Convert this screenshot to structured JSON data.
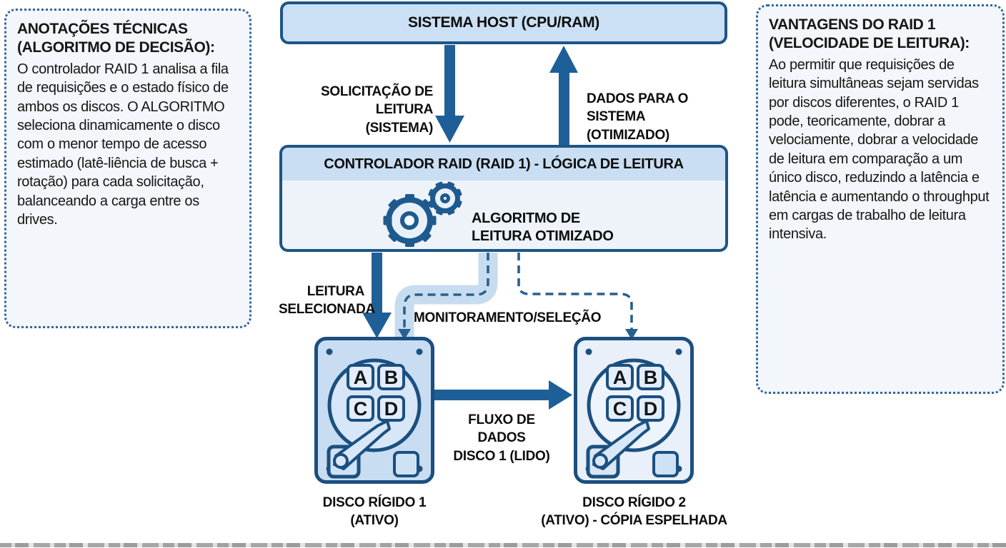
{
  "left_panel": {
    "title_line1": "ANOTAÇÕES TÉCNICAS",
    "title_line2": "(ALGORITMO DE DECISÃO):",
    "body": "O controlador RAID 1 analisa a fila de requisições e o estado físico de ambos os discos. O ALGORITMO seleciona dinamicamente o disco com o menor tempo de acesso estimado (latê-liência de busca + rotação) para cada solicitação, balanceando a carga entre os drives."
  },
  "right_panel": {
    "title_line1": "VANTAGENS DO RAID 1",
    "title_line2": "(VELOCIDADE DE LEITURA):",
    "body": "Ao permitir que requisições de leitura simultâneas sejam servidas por discos diferentes, o RAID 1 pode, teoricamente, dobrar a velociamente, dobrar a velocidade de leitura em comparação a um único disco, reduzindo a latência e latência e aumentando o throughput em cargas de trabalho de leitura intensiva."
  },
  "diagram": {
    "host_title": "SISTEMA HOST (CPU/RAM)",
    "controller_title": "CONTROLADOR RAID (RAID 1) - LÓGICA DE LEITURA",
    "algorithm_label": "ALGORITMO DE\nLEITURA OTIMIZADO",
    "read_request_label": "SOLICITAÇÃO DE\nLEITURA\n(SISTEMA)",
    "data_to_system_label": "DADOS PARA O\nSISTEMA\n(OTIMIZADO)",
    "selected_read_label": "LEITURA\nSELECIONADA",
    "monitoring_label": "MONITORAMENTO/SELEÇÃO",
    "data_flow_label": "FLUXO DE\nDADOS\nDISCO 1 (LIDO)",
    "disk1_label": "DISCO RÍGIDO 1\n(ATIVO)",
    "disk2_label": "DISCO RÍGIDO 2\n(ATIVO) - CÓPIA ESPELHADA",
    "disk_sectors": [
      "A",
      "B",
      "C",
      "D"
    ],
    "icons": {
      "gears": "gears-icon",
      "disk1": "hard-disk-1-icon",
      "disk2": "hard-disk-2-icon"
    },
    "colors": {
      "box_border": "#1d5585",
      "box_fill": "#cbe0f4",
      "controller_body": "#eef3fa",
      "arrow": "#1f5f98",
      "dashed_line": "#27618f",
      "highlight_path": "#c8dcf0",
      "panel_border": "#2f659e",
      "panel_fill": "#f3f6fa"
    }
  }
}
